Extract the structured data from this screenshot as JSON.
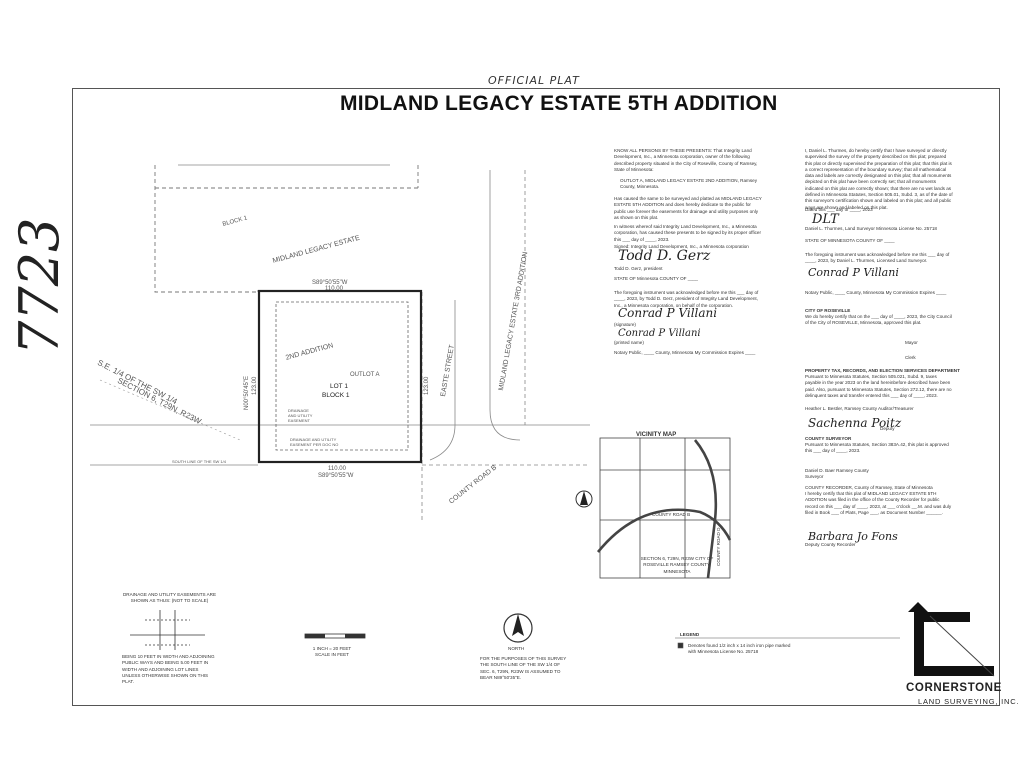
{
  "header": {
    "official_plat": "OFFICIAL PLAT",
    "title": "MIDLAND LEGACY ESTATE 5TH ADDITION",
    "document_number": "7723"
  },
  "plat": {
    "block_1_label": "BLOCK 1",
    "midland_legacy_estate": "MIDLAND LEGACY ESTATE",
    "second_addition": "2ND ADDITION",
    "outlot_a": "OUTLOT A",
    "lot_1": "LOT 1",
    "block_1": "BLOCK 1",
    "top_bearing": "S89°50'55\"W",
    "top_distance": "110.00",
    "bottom_distance": "110.00",
    "bottom_bearing": "S89°50'55\"W",
    "left_bearing": "N00°50'45\"E",
    "left_distance": "123.00",
    "right_distance": "123.00",
    "easement_left": "DRAINAGE AND UTILITY EASEMENT",
    "easement_bottom": "DRAINAGE AND UTILITY EASEMENT PER DOC NO",
    "east_street": "EASTE STREET",
    "county_road": "COUNTY ROAD B",
    "legacy_right": "MIDLAND LEGACY ESTATE 3RD ADDITION",
    "sw_quarter": "S.E. 1/4 OF THE SW 1/4",
    "section": "SECTION 6, T29N, R23W",
    "south_line": "SOUTH LINE OF THE SW 1/4"
  },
  "legend_left": {
    "easements_title": "DRAINAGE AND UTILITY EASEMENTS ARE SHOWN AS THUS: (NOT TO SCALE)",
    "easements_note": "BEING 10 FEET IN WIDTH AND ADJOINING PUBLIC WAYS AND BEING 5.00 FEET IN WIDTH AND ADJOINING LOT LINES UNLESS OTHERWISE SHOWN ON THIS PLAT.",
    "scale_text": "1 INCH = 20 FEET SCALE IN FEET",
    "north": "NORTH",
    "bearing_note": "FOR THE PURPOSES OF THIS SURVEY THE SOUTH LINE OF THE SW 1/4 OF SEC. 6, T29N, R23W IS ASSUMED TO BEAR N89°50'35\"E.",
    "legend_title": "LEGEND",
    "legend_text": "Denotes found 1/2 inch x 14 inch iron pipe marked with Minnesota License No. 25718"
  },
  "vicinity": {
    "title": "VICINITY MAP",
    "caption": "SECTION 6, T29N, R23W CITY OF ROSEVILLE RAMSEY COUNTY, MINNESOTA",
    "road": "COUNTY ROAD B",
    "county_road_label": "COUNTY ROAD D"
  },
  "dedication": {
    "know_all": "KNOW ALL PERSONS BY THESE PRESENTS: That Integrity Land Development, Inc., a Minnesota corporation, owner of the following described property situated in the City of Roseville, County of Ramsey, State of Minnesota:",
    "outlot": "OUTLOT A, MIDLAND LEGACY ESTATE 2ND ADDITION, Ramsey County, Minnesota.",
    "surveyed": "Has caused the same to be surveyed and platted as MIDLAND LEGACY ESTATE 5TH ADDITION and does hereby dedicate to the public for public use forever the easements for drainage and utility purposes only as shown on this plat.",
    "witness": "In witness whereof said Integrity Land Development, Inc., a Minnesota corporation, has caused these presents to be signed by its proper officer this ___ day of ____, 2023.",
    "signed": "Signed: Integrity Land Development, Inc., a Minnesota corporation",
    "president": "Todd D. Gerz, president",
    "state": "STATE OF Minnesota COUNTY OF ____",
    "ack": "The foregoing instrument was acknowledged before me this ___ day of ____, 2023, by Todd D. Gerz, president of Integrity Land Development, Inc., a Minnesota corporation, on behalf of the corporation.",
    "signature_label": "(signature)",
    "printed_name": "(printed name)",
    "notary": "Notary Public, ____ County, Minnesota My Commission Expires ____"
  },
  "surveyor": {
    "cert": "I, Daniel L. Thurmes, do hereby certify that I have surveyed or directly supervised the survey of the property described on this plat; prepared this plat or directly supervised the preparation of this plat; that this plat is a correct representation of the boundary survey; that all mathematical data and labels are correctly designated on this plat; that all monuments depicted on this plat have been correctly set; that all monuments indicated on this plat are correctly shown; that there are no wet lands as defined in Minnesota Statutes, Section 505.01, Subd. 3, as of the date of this surveyor's certification shown and labeled on this plat; and all public ways are shown and labeled on this plat.",
    "dated": "Dated this ___ day of ____, 2023",
    "name": "Daniel L. Thurmes, Land Surveyor Minnesota License No. 25718",
    "state": "STATE OF MINNESOTA COUNTY OF ____",
    "ack": "The foregoing instrument was acknowledged before me this ___ day of ____, 2023, by Daniel L. Thurmes, Licensed Land Surveyor.",
    "notary": "Notary Public, ____ County, Minnesota My Commission Expires ____",
    "city_title": "CITY OF ROSEVILLE",
    "city_text": "We do hereby certify that on the ___ day of ____, 2023, the City Council of the City of ROSEVILLE, Minnesota, approved this plat.",
    "mayor": "Mayor",
    "clerk": "Clerk",
    "tax_title": "PROPERTY TAX, RECORDS, AND ELECTION SERVICES DEPARTMENT",
    "tax_text": "Pursuant to Minnesota Statutes, Section 505.021, Subd. 9, taxes payable in the year 2023 on the land hereinbefore described have been paid. Also, pursuant to Minnesota Statutes, Section 272.12, there are no delinquent taxes and transfer entered this ___ day of ____, 2023.",
    "auditor": "Heather L. Bestler, Ramsey County Auditor/Treasurer",
    "deputy": "Deputy",
    "county_surveyor_title": "COUNTY SURVEYOR",
    "county_surveyor_text": "Pursuant to Minnesota Statutes, Section 383A.42, this plat is approved this ___ day of ____, 2023.",
    "county_surveyor_name": "Daniel D. Baer Ramsey County Surveyor",
    "recorder_title": "COUNTY RECORDER, County of Ramsey, State of Minnesota",
    "recorder_text": "I hereby certify that this plat of MIDLAND LEGACY ESTATE 5TH ADDITION was filed in the office of the County Recorder for public record on this ___ day of ____, 2023, at ___ o'clock __.M. and was duly filed in Book ___ of Plats, Page ___, as Document Number ______.",
    "deputy_recorder": "Deputy County Recorder"
  },
  "company": {
    "name": "CORNERSTONE",
    "sub": "LAND SURVEYING, INC."
  }
}
